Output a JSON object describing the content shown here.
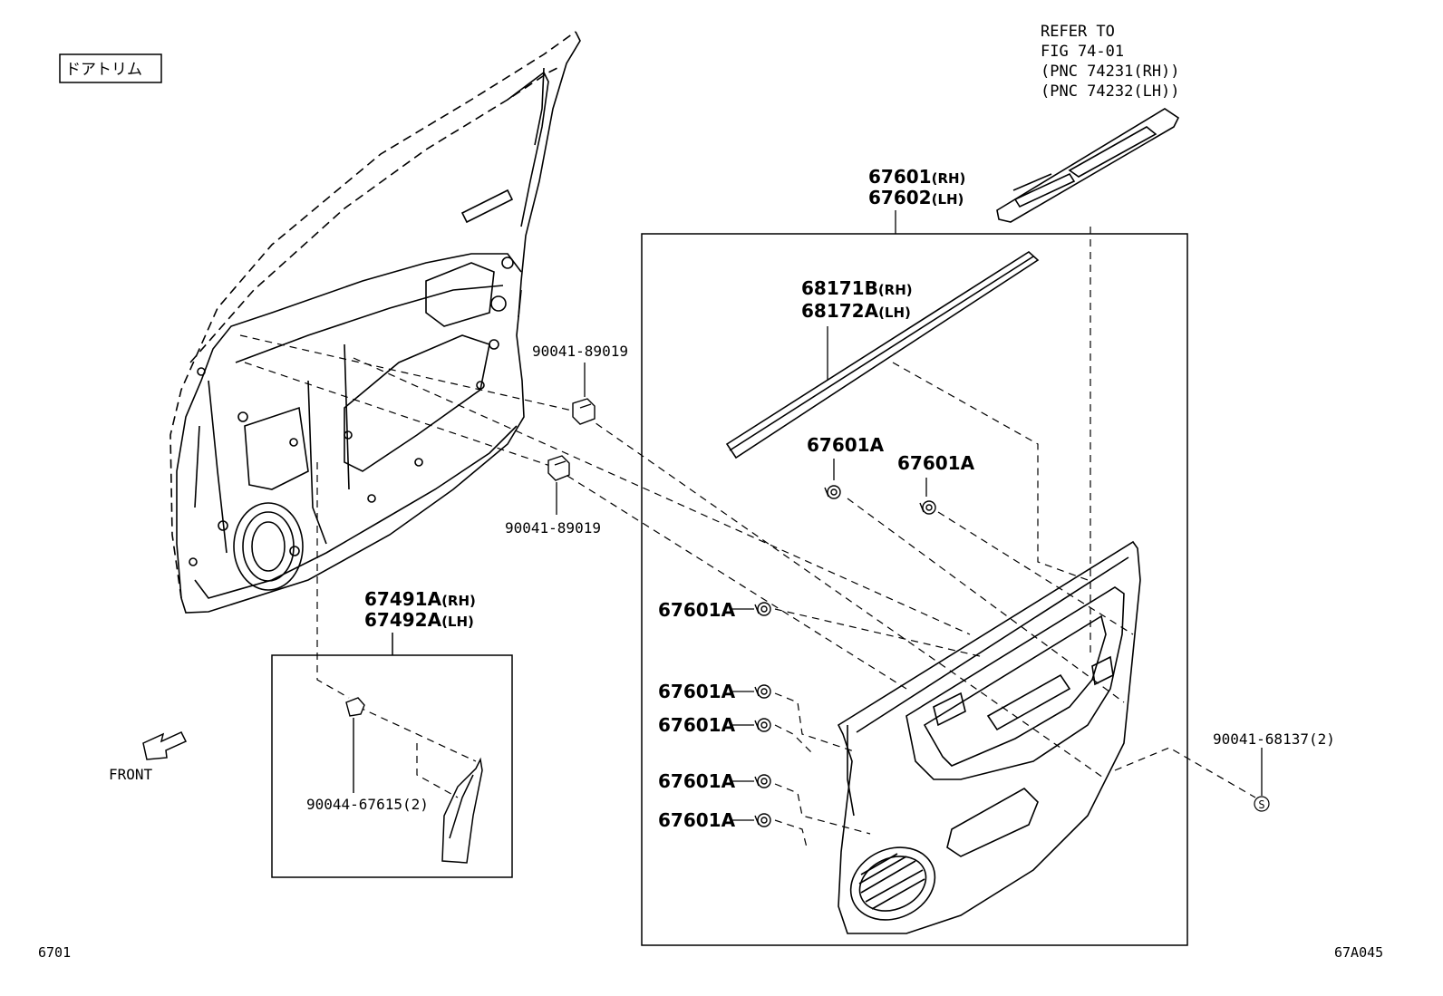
{
  "title_box": "ドアトリム",
  "refer": {
    "line1": "REFER TO",
    "line2": "FIG 74-01",
    "line3": "(PNC 74231(RH))",
    "line4": "(PNC 74232(LH))"
  },
  "parts": {
    "trim_rh": "67601",
    "trim_rh_suffix": "(RH)",
    "trim_lh": "67602",
    "trim_lh_suffix": "(LH)",
    "weatherstrip_rh": "68171B",
    "weatherstrip_rh_suffix": "(RH)",
    "weatherstrip_lh": "68172A",
    "weatherstrip_lh_suffix": "(LH)",
    "clip_a": "67601A",
    "clip_upper": "90041-89019",
    "clip_lower": "90041-89019",
    "pad_rh": "67491A",
    "pad_rh_suffix": "(RH)",
    "pad_lh": "67492A",
    "pad_lh_suffix": "(LH)",
    "pad_clip": "90044-67615(2)",
    "screw": "90041-68137(2)",
    "screw_symbol": "S"
  },
  "front_label": "FRONT",
  "page_left": "6701",
  "page_right": "67A045"
}
